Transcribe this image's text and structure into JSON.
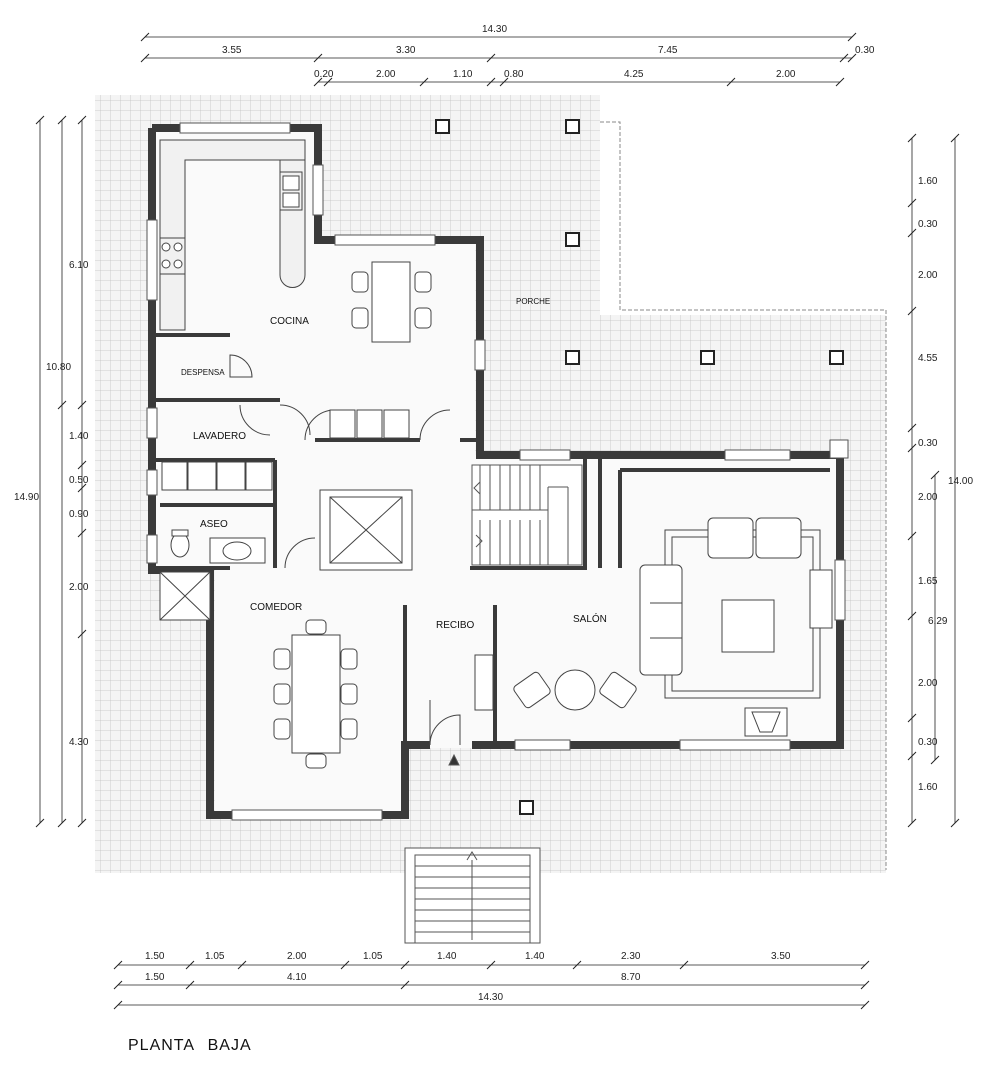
{
  "title": "PLANTA   BAJA",
  "rooms": {
    "cocina": "COCINA",
    "despensa": "DESPENSA",
    "lavadero": "LAVADERO",
    "aseo": "ASEO",
    "comedor": "COMEDOR",
    "recibo": "RECIBO",
    "salon": "SALÓN",
    "porche": "PORCHE"
  },
  "dims": {
    "top_total": "14.30",
    "top_row2": [
      "3.55",
      "3.30",
      "7.45",
      "0.30"
    ],
    "top_row3": [
      "0.20",
      "2.00",
      "1.10",
      "0.80",
      "4.25",
      "2.00"
    ],
    "left_outer": "14.90",
    "left_mid": "10.80",
    "left_inner": [
      "6.10",
      "1.40",
      "0.50",
      "0.90",
      "2.00",
      "4.30"
    ],
    "right_outer": "14.00",
    "right_mid": "6.29",
    "right_inner": [
      "1.60",
      "0.30",
      "2.00",
      "4.55",
      "0.30",
      "2.00",
      "1.65",
      "2.00",
      "0.30",
      "1.60"
    ],
    "bottom_row1": [
      "1.50",
      "1.05",
      "2.00",
      "1.05",
      "1.40",
      "1.40",
      "2.30",
      "3.50"
    ],
    "bottom_row2": [
      "1.50",
      "4.10",
      "8.70"
    ],
    "bottom_total": "14.30"
  }
}
